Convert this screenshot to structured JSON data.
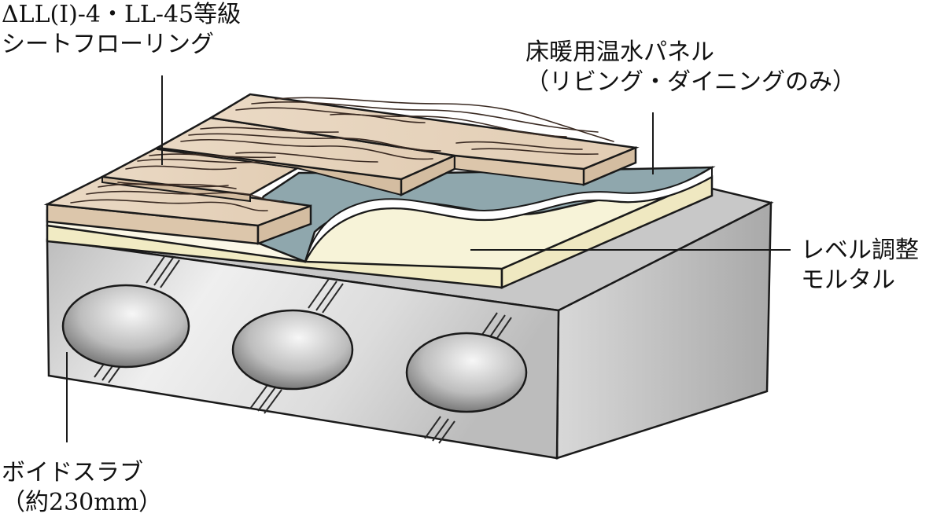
{
  "labels": {
    "flooring": {
      "line1": "ΔLL(Ⅰ)-4・LL-45等級",
      "line2": "シートフローリング"
    },
    "heating": {
      "line1": "床暖用温水パネル",
      "line2": "（リビング・ダイニングのみ）"
    },
    "leveling": {
      "line1": "レベル調整",
      "line2": "モルタル"
    },
    "slab": {
      "line1": "ボイドスラブ",
      "line2": "（約230mm）"
    }
  },
  "colors": {
    "outline": "#1a1a1a",
    "wood": "#e8d6c2",
    "wood_grain": "#3a2a22",
    "heating_panel": "#8fa7ad",
    "mortar_top": "#f6f2d6",
    "mortar_side": "#f1ebc6",
    "sublayer": "#fbf7e6",
    "slab_top": "#c4c4c4",
    "slab_front": "#e4e4e4",
    "slab_right": "#cdcdcd",
    "void_hole": "#8c8c8c"
  }
}
